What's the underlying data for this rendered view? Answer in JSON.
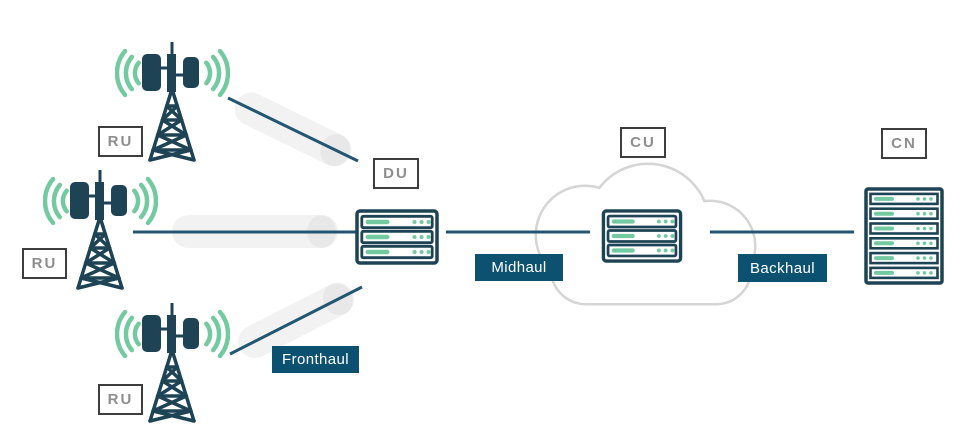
{
  "diagram": {
    "background_color": "#ffffff",
    "colors": {
      "icon_navy": "#1d4355",
      "signal_green": "#74caa0",
      "link_line": "#235672",
      "haul_label_bg": "#0d5170",
      "haul_label_text": "#ffffff",
      "unit_label_border": "#3d3d3d",
      "unit_label_text": "#8e8e8e",
      "cloud_outline": "#d5d5d5",
      "duct_fill": "#f2f2f2",
      "duct_end_cap": "#e8e8e8"
    },
    "nodes": {
      "ru_top": {
        "label": "RU",
        "icon": "cell-tower-icon"
      },
      "ru_middle": {
        "label": "RU",
        "icon": "cell-tower-icon"
      },
      "ru_bottom": {
        "label": "RU",
        "icon": "cell-tower-icon"
      },
      "du": {
        "label": "DU",
        "icon": "server-icon"
      },
      "cu": {
        "label": "CU",
        "icon": "server-icon",
        "container_icon": "cloud-icon"
      },
      "cn": {
        "label": "CN",
        "icon": "server-rack-icon"
      }
    },
    "links": {
      "fronthaul": {
        "label": "Fronthaul",
        "from": "RU",
        "to": "DU"
      },
      "midhaul": {
        "label": "Midhaul",
        "from": "DU",
        "to": "CU"
      },
      "backhaul": {
        "label": "Backhaul",
        "from": "CU",
        "to": "CN"
      }
    }
  }
}
